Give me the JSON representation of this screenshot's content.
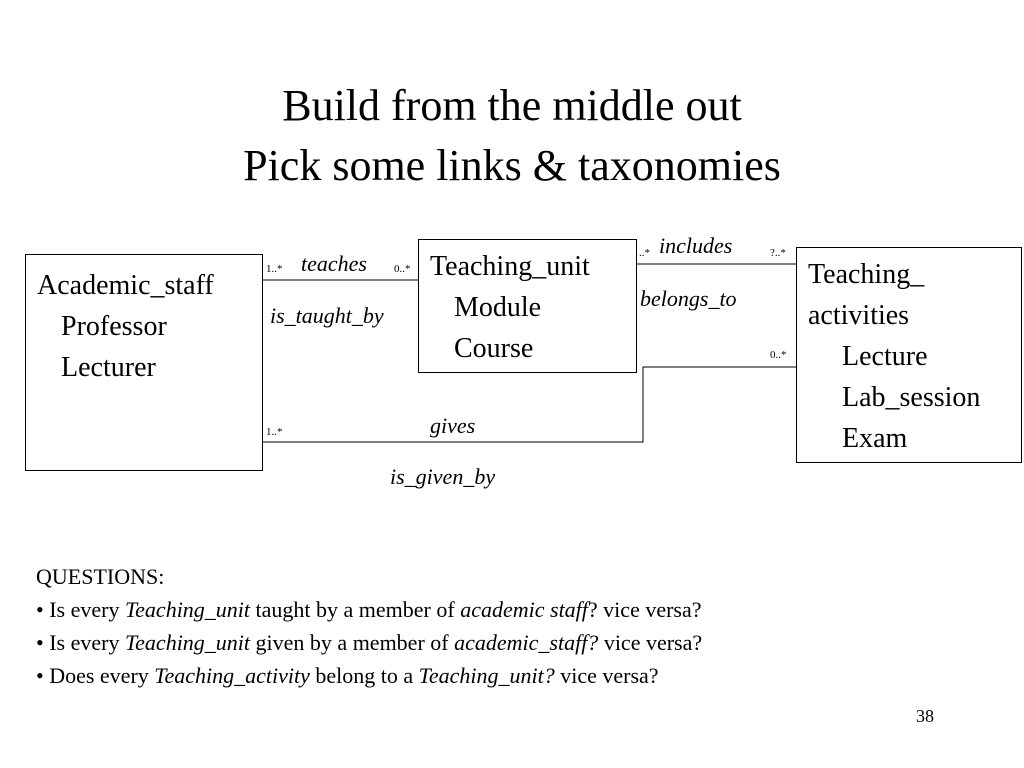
{
  "slide": {
    "title_line1": "Build from the middle out",
    "title_line2": "Pick some links &  taxonomies",
    "page_number": "38"
  },
  "diagram": {
    "academic_staff": {
      "title": "Academic_staff",
      "items": [
        "Professor",
        "Lecturer"
      ]
    },
    "teaching_unit": {
      "title": "Teaching_unit",
      "items": [
        "Module",
        "Course"
      ]
    },
    "teaching_activities": {
      "title_line1": "Teaching_",
      "title_line2": "activities",
      "items": [
        "Lecture",
        "Lab_session",
        "Exam"
      ]
    },
    "links": {
      "teaches": "teaches",
      "is_taught_by": "is_taught_by",
      "includes": "includes",
      "belongs_to": "belongs_to",
      "gives": "gives",
      "is_given_by": "is_given_by"
    },
    "cardinalities": {
      "teaches_left": "1..*",
      "teaches_right": "0..*",
      "includes_left": "..*",
      "includes_right": "?..*",
      "gives_right": "0..*",
      "gives_left": "1..*"
    }
  },
  "questions": {
    "heading": "QUESTIONS:",
    "q1": {
      "a": "• Is every ",
      "b": "Teaching_unit",
      "c": " taught by a member of ",
      "d": "academic staff",
      "e": "? vice versa?"
    },
    "q2": {
      "a": "• Is every ",
      "b": "Teaching_unit",
      "c": " given by a member of ",
      "d": "academic_staff?",
      "e": " vice versa?"
    },
    "q3": {
      "a": "• Does every ",
      "b": "Teaching_activity",
      "c": " belong to a ",
      "d": "Teaching_unit?",
      "e": " vice versa?"
    }
  }
}
